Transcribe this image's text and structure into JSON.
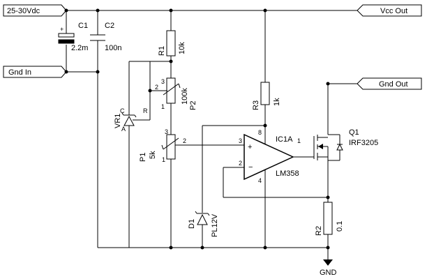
{
  "ports": {
    "supply_in": "25-30Vdc",
    "gnd_in": "Gnd In",
    "vcc_out": "Vcc Out",
    "gnd_out": "Gnd Out",
    "gnd": "GND"
  },
  "components": {
    "c1": {
      "ref": "C1",
      "value": "2.2m",
      "plus": "+"
    },
    "c2": {
      "ref": "C2",
      "value": "100n"
    },
    "r1": {
      "ref": "R1",
      "value": "10k"
    },
    "r2": {
      "ref": "R2",
      "value": "0.1"
    },
    "r3": {
      "ref": "R3",
      "value": "1k"
    },
    "p1": {
      "ref": "P1",
      "value": "5k",
      "pin1": "1",
      "pin2": "2",
      "pin3": "3"
    },
    "p2": {
      "ref": "P2",
      "value": "100k",
      "pin1": "1",
      "pin2": "2",
      "pin3": "3"
    },
    "vr1": {
      "ref": "VR1",
      "a": "A",
      "c": "C",
      "r": "R"
    },
    "d1": {
      "ref": "D1",
      "value": "PL12V"
    },
    "ic1": {
      "ref": "IC1A",
      "value": "LM358",
      "plus": "+",
      "minus": "−",
      "pin1": "1",
      "pin2": "2",
      "pin3": "3",
      "pin4": "4",
      "pin8": "8"
    },
    "q1": {
      "ref": "Q1",
      "value": "IRF3205"
    }
  }
}
